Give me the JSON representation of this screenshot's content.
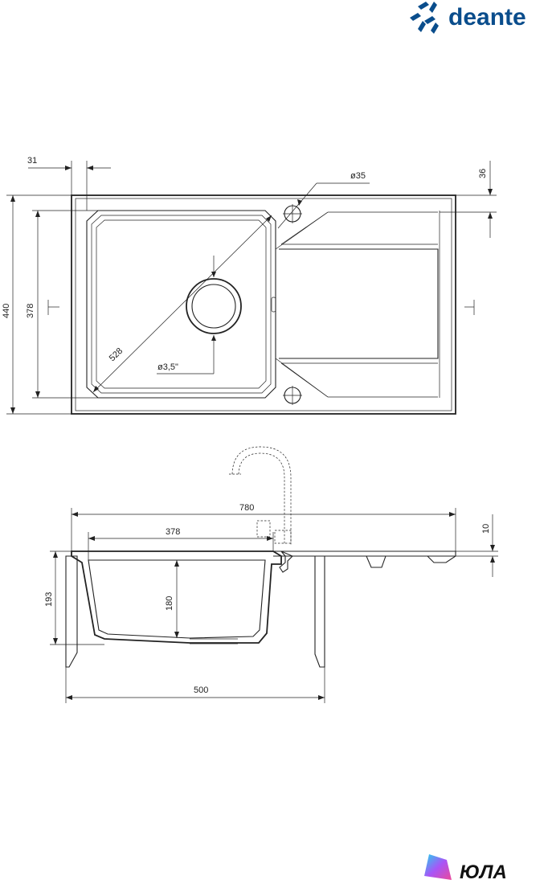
{
  "brand": {
    "name": "deante",
    "color": "#0a4d8c"
  },
  "footer_brand": {
    "name": "ЮЛА"
  },
  "top_view": {
    "dim_left_margin": "31",
    "dim_total_height": "440",
    "dim_bowl_height": "378",
    "dim_diagonal": "528",
    "dim_tap_hole": "ø35",
    "dim_drain": "ø3,5\"",
    "dim_top_offset": "36"
  },
  "side_view": {
    "dim_total_width": "780",
    "dim_bowl_width": "378",
    "dim_thickness": "10",
    "dim_outer_depth": "193",
    "dim_inner_depth": "180",
    "dim_cabinet": "500"
  }
}
